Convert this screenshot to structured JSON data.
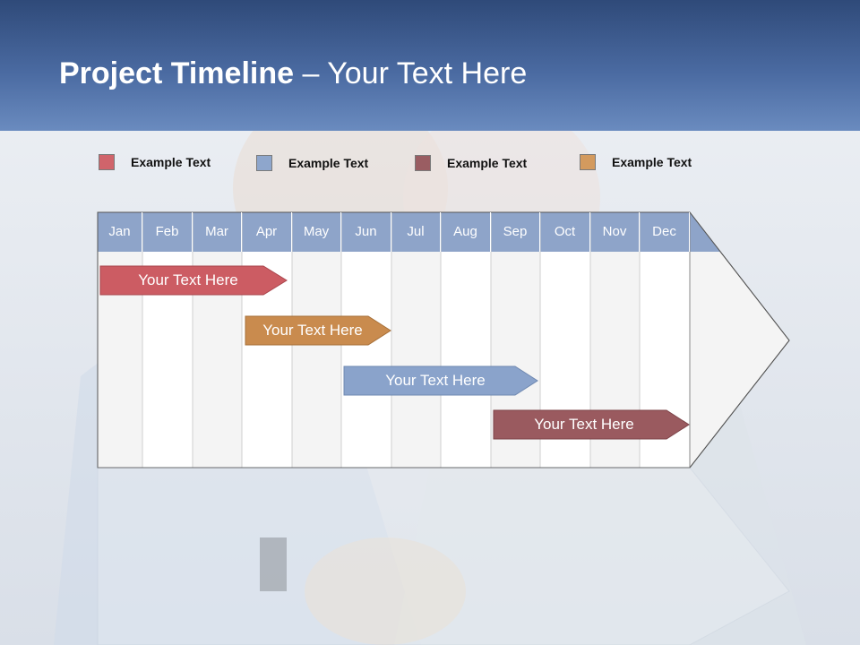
{
  "header": {
    "title_bold": "Project Timeline",
    "title_rest": " – Your Text Here"
  },
  "legend": [
    {
      "label": "Example Text",
      "color": "#d0646b"
    },
    {
      "label": "Example Text",
      "color": "#8ea6cc"
    },
    {
      "label": "Example Text",
      "color": "#9a5d62"
    },
    {
      "label": "Example Text",
      "color": "#d39a5e"
    }
  ],
  "months": [
    "Jan",
    "Feb",
    "Mar",
    "Apr",
    "May",
    "Jun",
    "Jul",
    "Aug",
    "Sep",
    "Oct",
    "Nov",
    "Dec"
  ],
  "tasks": [
    {
      "label": "Your  Text Here",
      "color": "#cc5c63"
    },
    {
      "label": "Your  Text Here",
      "color": "#c98b4e"
    },
    {
      "label": "Your  Text Here",
      "color": "#8aa3cb"
    },
    {
      "label": "Your  Text Here",
      "color": "#9a5a5f"
    }
  ],
  "colors": {
    "header_top": "#2f4a79",
    "month_header": "#8ea4c9",
    "column_alt": "#f2f2f2"
  }
}
